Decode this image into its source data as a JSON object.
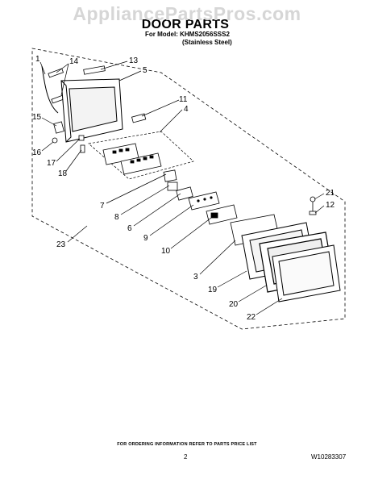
{
  "header": {
    "watermark": "AppliancePartsPros.com",
    "title": "DOOR PARTS",
    "model_line": "For Model: KHMS2056SSS2",
    "variant": "(Stainless Steel)"
  },
  "callouts": [
    "1",
    "14",
    "13",
    "5",
    "15",
    "16",
    "17",
    "18",
    "11",
    "4",
    "7",
    "8",
    "6",
    "9",
    "10",
    "3",
    "19",
    "20",
    "22",
    "23",
    "21",
    "12"
  ],
  "footer": {
    "note": "FOR ORDERING INFORMATION REFER TO PARTS PRICE LIST",
    "page": "2",
    "doc_number": "W10283307"
  }
}
